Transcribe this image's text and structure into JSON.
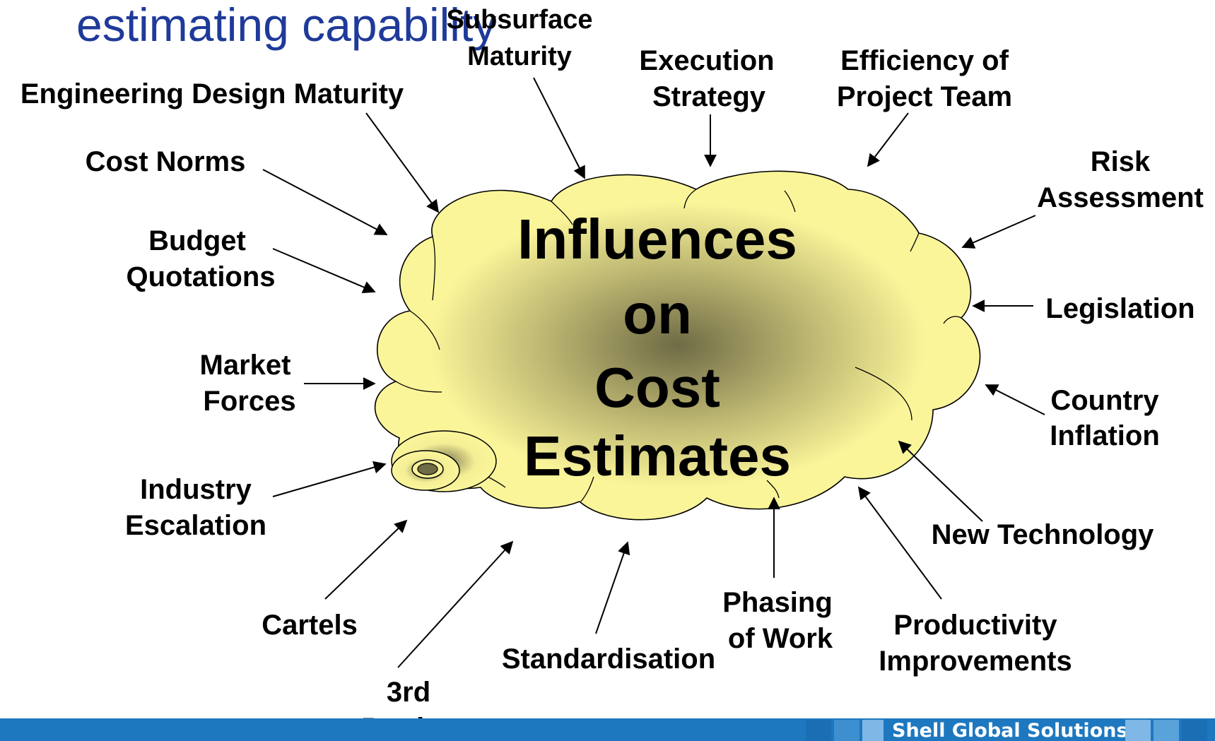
{
  "title": "estimating capability",
  "center_label": [
    "Influences",
    "on",
    "Cost",
    "Estimates"
  ],
  "influences": {
    "subsurface_maturity": [
      "Subsurface",
      "Maturity"
    ],
    "execution_strategy": [
      "Execution",
      "Strategy"
    ],
    "efficiency_of_project_team": [
      "Efficiency of",
      "Project Team"
    ],
    "engineering_design_maturity": [
      "Engineering Design Maturity"
    ],
    "cost_norms": [
      "Cost Norms"
    ],
    "risk_assessment": [
      "Risk",
      "Assessment"
    ],
    "budget_quotations": [
      "Budget",
      "Quotations"
    ],
    "legislation": [
      "Legislation"
    ],
    "market_forces": [
      "Market",
      "Forces"
    ],
    "country_inflation": [
      "Country",
      "Inflation"
    ],
    "industry_escalation": [
      "Industry",
      "Escalation"
    ],
    "new_technology": [
      "New Technology"
    ],
    "cartels": [
      "Cartels"
    ],
    "phasing_of_work": [
      "Phasing",
      "of Work"
    ],
    "productivity_improvements": [
      "Productivity",
      "Improvements"
    ],
    "standardisation": [
      "Standardisation"
    ],
    "third_parties": [
      "3rd",
      "Parties"
    ]
  },
  "footer": {
    "brand": "Shell Global Solutions"
  },
  "colors": {
    "cloud": "#fbf59a",
    "cloud_dark": "#7a7650",
    "title": "#1f3a9a",
    "footer_bar": "#1e78bf"
  }
}
